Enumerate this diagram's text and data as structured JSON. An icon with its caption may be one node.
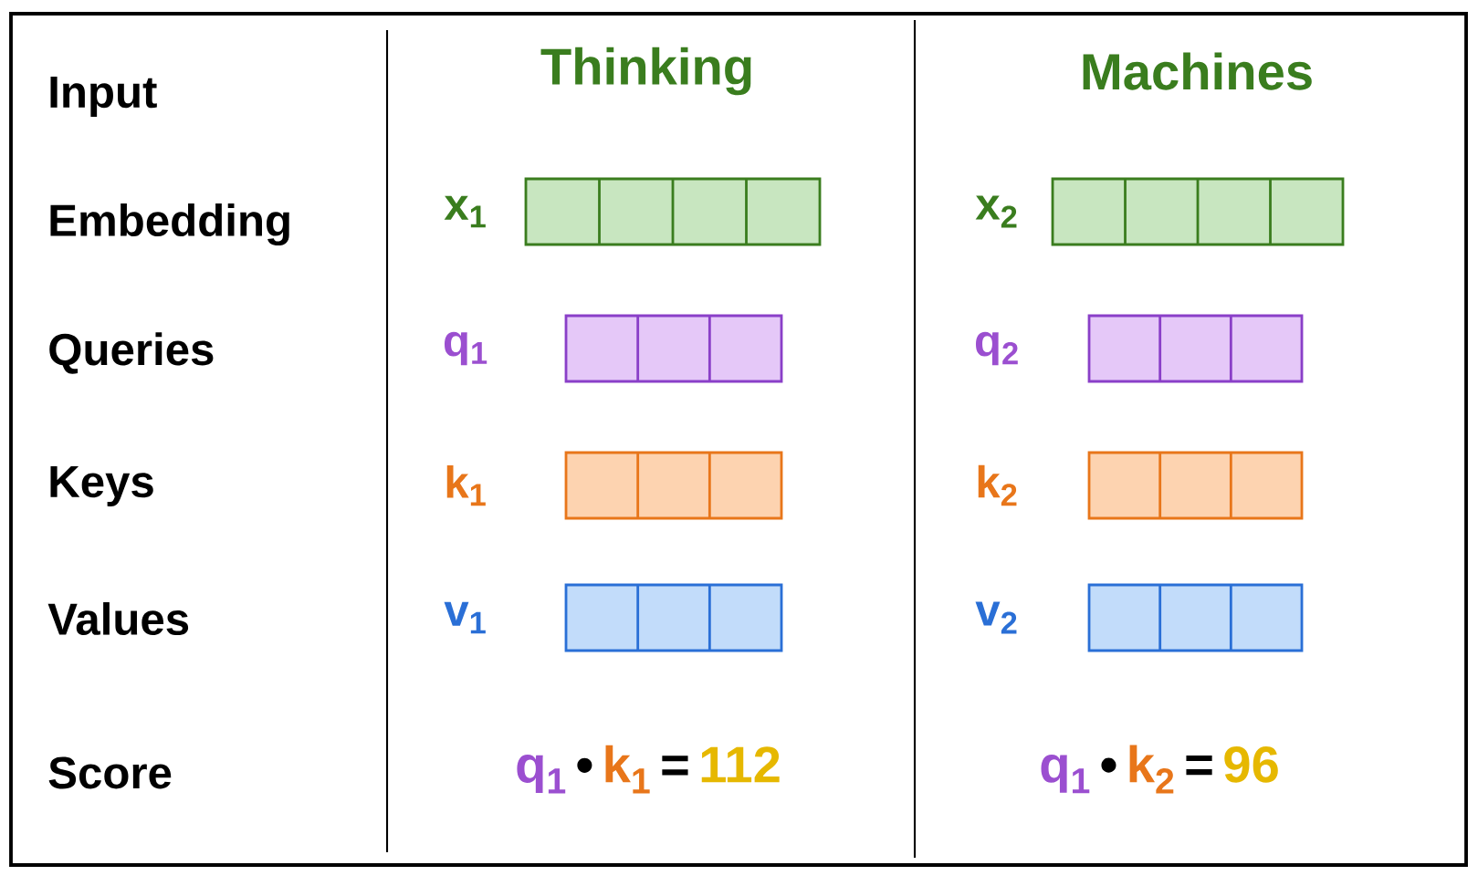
{
  "diagram": {
    "nodes": [
      {
        "text": [],
        "shape": "bar",
        "beside": [
          "x$_{1}$"
        ]
      },
      {
        "text": [],
        "shape": "bar",
        "beside": [
          "x$_{2}$"
        ]
      },
      {
        "text": [],
        "shape": "bar",
        "beside": [
          "q$_{1}$"
        ]
      },
      {
        "text": [],
        "shape": "bar",
        "beside": [
          "q$_{2}$"
        ]
      },
      {
        "text": [],
        "shape": "bar",
        "beside": [
          "k$_{1}$"
        ]
      },
      {
        "text": [],
        "shape": "bar",
        "beside": [
          "k$_{2}$"
        ]
      },
      {
        "text": [],
        "shape": "bar",
        "beside": [
          "v$_{1}$"
        ]
      },
      {
        "text": [],
        "shape": "bar",
        "beside": [
          "v$_{2}$"
        ]
      }
    ],
    "labels": [
      "Input",
      "Embedding",
      "Queries",
      "Keys",
      "Values",
      "Score",
      "Thinking",
      "Machines",
      "q$_{1}$",
      "•",
      "k$_{1}$",
      "=",
      "112",
      "q$_{1}$",
      "•",
      "k$_{2}$",
      "=",
      "96"
    ]
  }
}
